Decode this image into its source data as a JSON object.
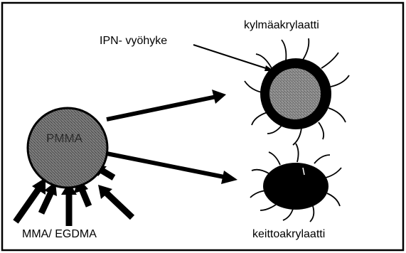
{
  "labels": {
    "top_right": "kylmäakrylaatti",
    "ipn_zone": "IPN- vyöhyke",
    "center_particle": "PMMA",
    "bottom_left": "MMA/ EGDMA",
    "bottom_right": "keittoakrylaatti"
  }
}
